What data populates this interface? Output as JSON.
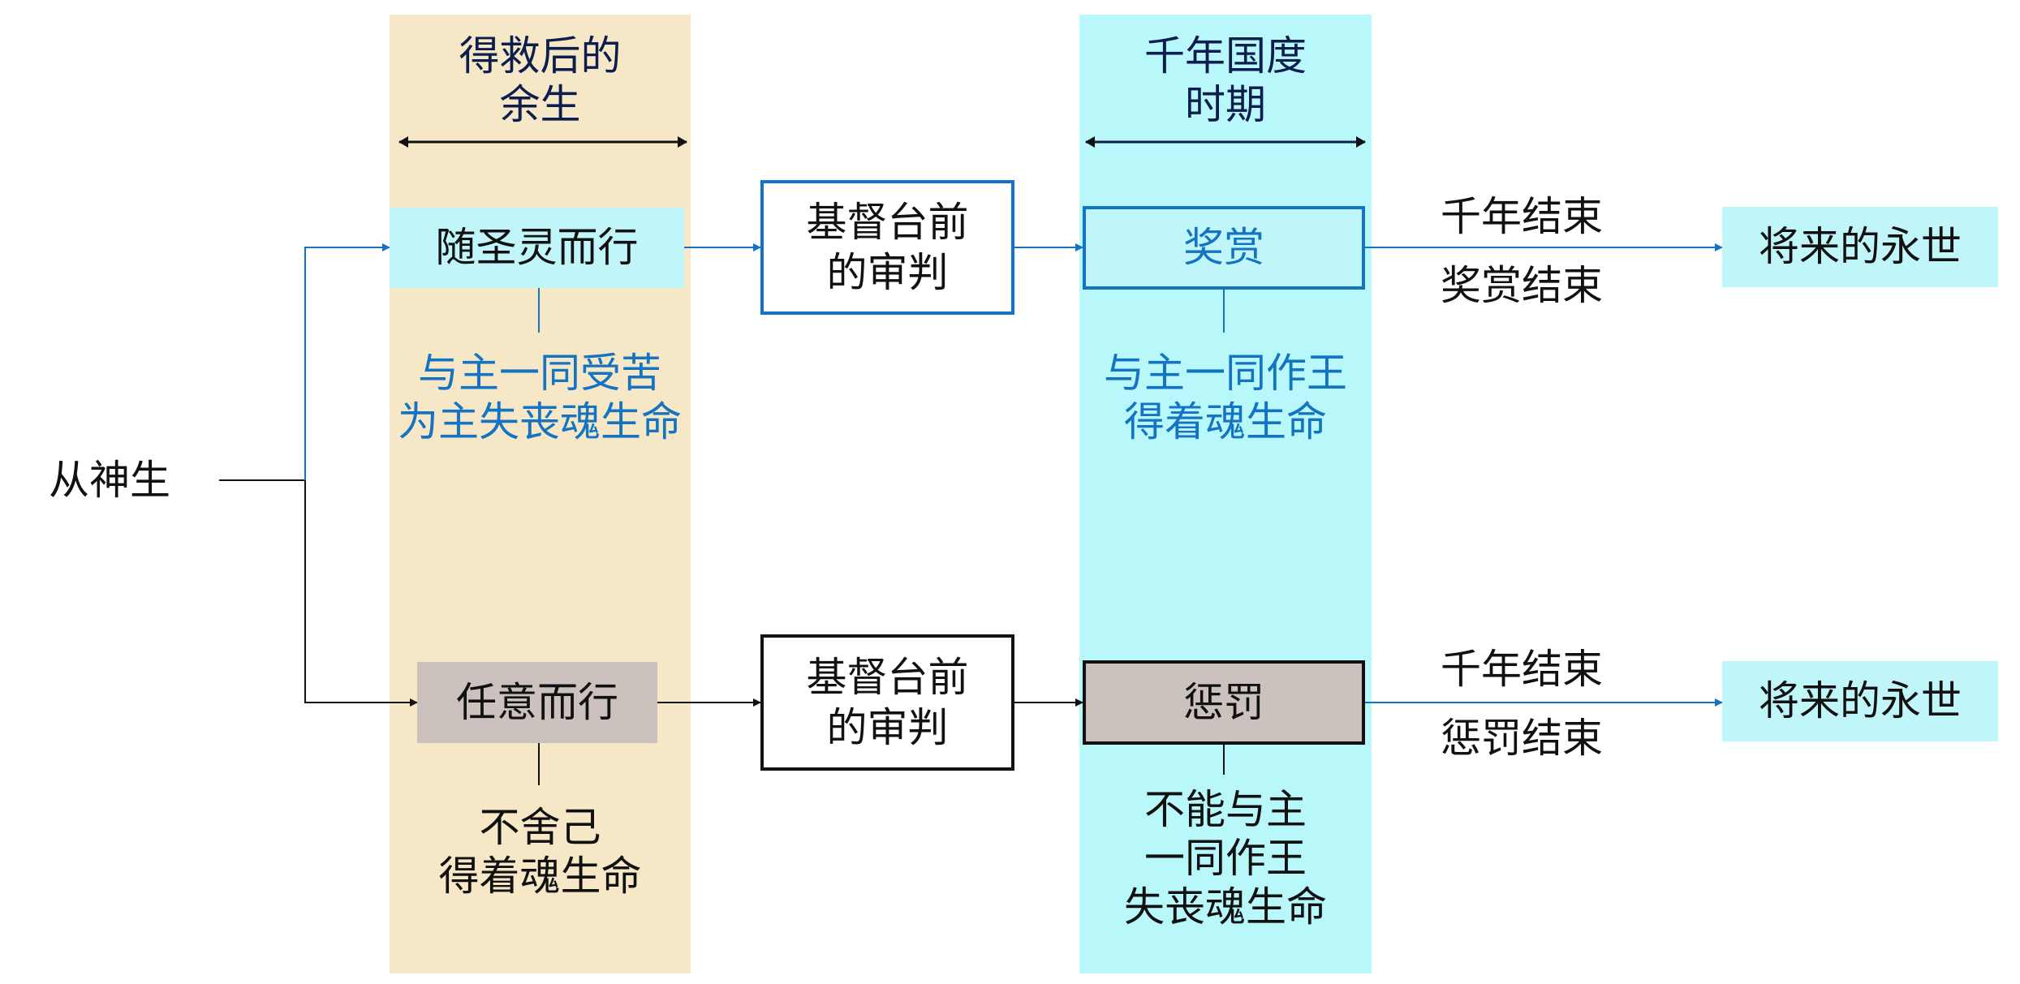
{
  "colors": {
    "beige_band": "#f6e8c6",
    "cyan_band": "#b8f8fa",
    "cyan_box": "#c0f6f9",
    "gray_box": "#cbc2bd",
    "blue": "#1473c2",
    "dark_navy": "#0c1d4e",
    "black": "#111111"
  },
  "headers": {
    "left_line1": "得救后的",
    "left_line2": "余生",
    "right_line1": "千年国度",
    "right_line2": "时期"
  },
  "start": {
    "label": "从神生"
  },
  "upper": {
    "path_box": "随圣灵而行",
    "path_note_line1": "与主一同受苦",
    "path_note_line2": "为主失丧魂生命",
    "judgment_line1": "基督台前",
    "judgment_line2": "的审判",
    "outcome_box": "奖赏",
    "outcome_note_line1": "与主一同作王",
    "outcome_note_line2": "得着魂生命",
    "end_line1": "千年结束",
    "end_line2": "奖赏结束",
    "final_box": "将来的永世"
  },
  "lower": {
    "path_box": "任意而行",
    "path_note_line1": "不舍己",
    "path_note_line2": "得着魂生命",
    "judgment_line1": "基督台前",
    "judgment_line2": "的审判",
    "outcome_box": "惩罚",
    "outcome_note_line1": "不能与主",
    "outcome_note_line2": "一同作王",
    "outcome_note_line3": "失丧魂生命",
    "end_line1": "千年结束",
    "end_line2": "惩罚结束",
    "final_box": "将来的永世"
  }
}
